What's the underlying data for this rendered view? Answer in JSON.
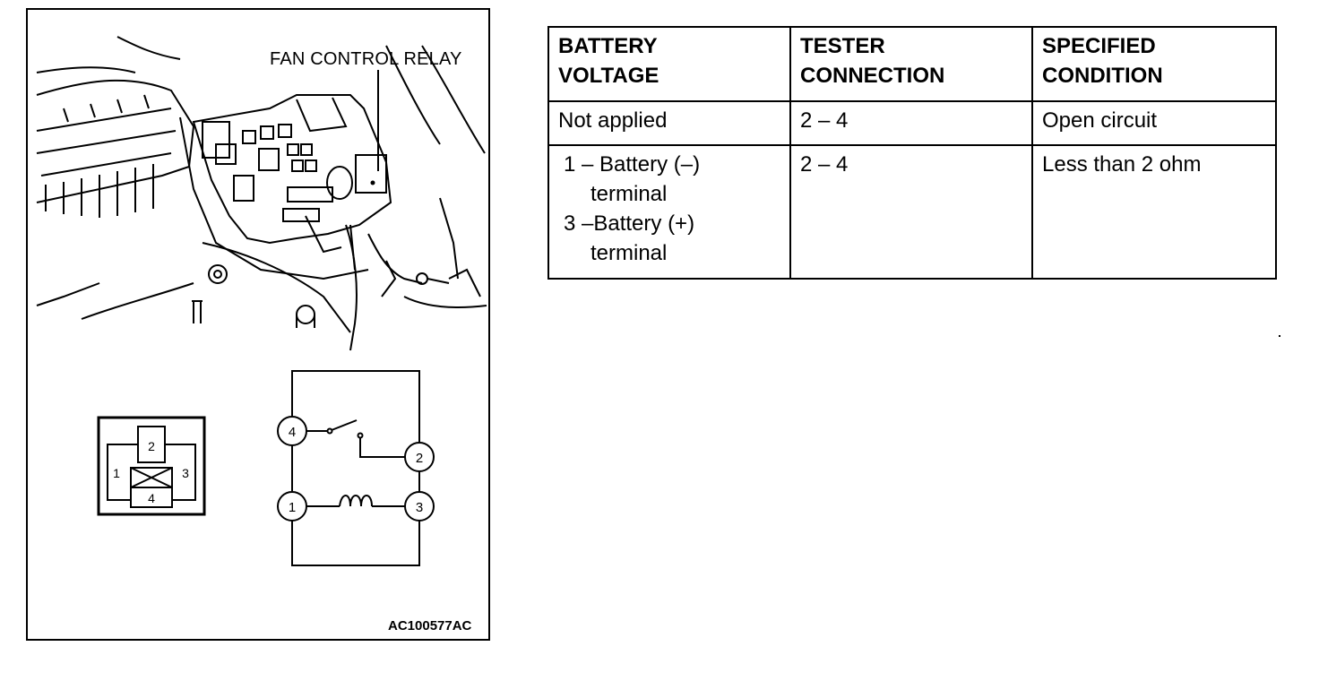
{
  "figure": {
    "caption": "FAN CONTROL RELAY",
    "code": "AC100577AC",
    "connector_pins": [
      "1",
      "2",
      "3",
      "4"
    ],
    "circuit_terminals": [
      "4",
      "2",
      "1",
      "3"
    ]
  },
  "table": {
    "headers": [
      [
        "BATTERY",
        "VOLTAGE"
      ],
      [
        "TESTER",
        "CONNECTION"
      ],
      [
        "SPECIFIED",
        "CONDITION"
      ]
    ],
    "rows": [
      {
        "voltage": [
          "Not applied"
        ],
        "connection": "2 – 4",
        "condition": "Open circuit"
      },
      {
        "voltage": [
          "1 – Battery (–)",
          "terminal",
          "3 –Battery (+)",
          "terminal"
        ],
        "connection": "2 – 4",
        "condition": "Less than 2 ohm"
      }
    ]
  }
}
